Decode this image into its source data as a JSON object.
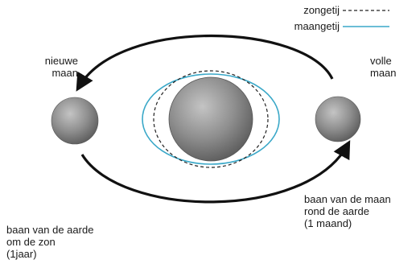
{
  "legend": {
    "items": [
      {
        "label": "zongetij",
        "style": "dashed",
        "color": "#222222"
      },
      {
        "label": "maangetij",
        "style": "solid",
        "color": "#3aa8c8"
      }
    ]
  },
  "labels": {
    "new_moon": "nieuwe\nmaan",
    "full_moon": "volle\nmaan",
    "moon_orbit": "baan van de maan\nrond de aarde\n(1 maand)",
    "earth_orbit": "baan van de aarde\nom de zon\n(1jaar)"
  },
  "colors": {
    "body_fill": "#8c8c8c",
    "arrow": "#111111",
    "tide_moon": "#3aa8c8",
    "tide_sun": "#222222"
  }
}
